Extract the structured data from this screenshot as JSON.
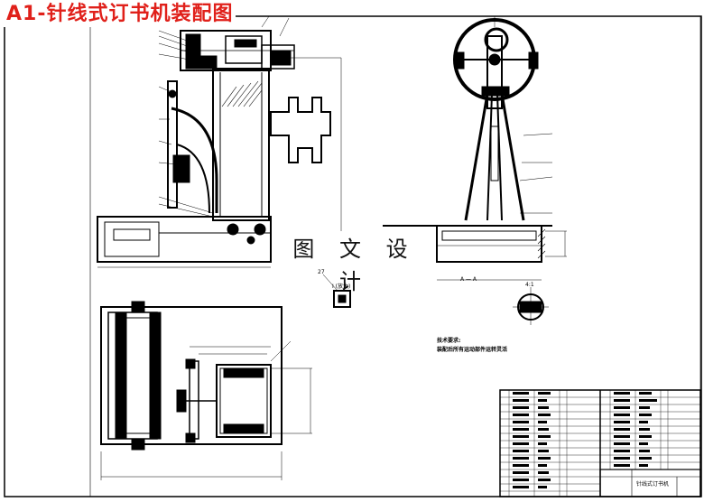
{
  "title": "A1-针线式订书机装配图",
  "watermark": "图 文 设 计",
  "section_label": "A — A",
  "scale_label": "4:1",
  "detail_label": "27",
  "detail_sublabel": "I (放大)",
  "notes": {
    "heading": "技术要求:",
    "line1": "装配后所有运动部件运转灵活"
  },
  "title_block": {
    "drawing_name": "针线式订书机"
  },
  "colors": {
    "title": "#e0201a",
    "line": "#000000",
    "paper": "#ffffff"
  }
}
